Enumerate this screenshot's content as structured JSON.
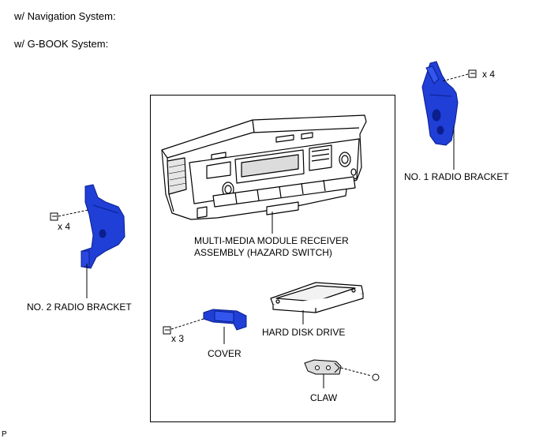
{
  "headings": {
    "nav": "w/ Navigation System:",
    "gbook": "w/ G-BOOK System:"
  },
  "labels": {
    "no1_bracket": "NO. 1 RADIO BRACKET",
    "no2_bracket": "NO. 2 RADIO BRACKET",
    "receiver_line1": "MULTI-MEDIA MODULE RECEIVER",
    "receiver_line2": "ASSEMBLY (HAZARD SWITCH)",
    "hdd": "HARD DISK DRIVE",
    "cover": "COVER",
    "claw": "CLAW"
  },
  "quantities": {
    "no1_screws": "x 4",
    "no2_screws": "x 4",
    "cover_screws": "x 3"
  },
  "corner_mark": "P",
  "colors": {
    "bracket_blue": "#1f3fd6",
    "bracket_dark": "#0b1e8c",
    "line": "#000000"
  }
}
